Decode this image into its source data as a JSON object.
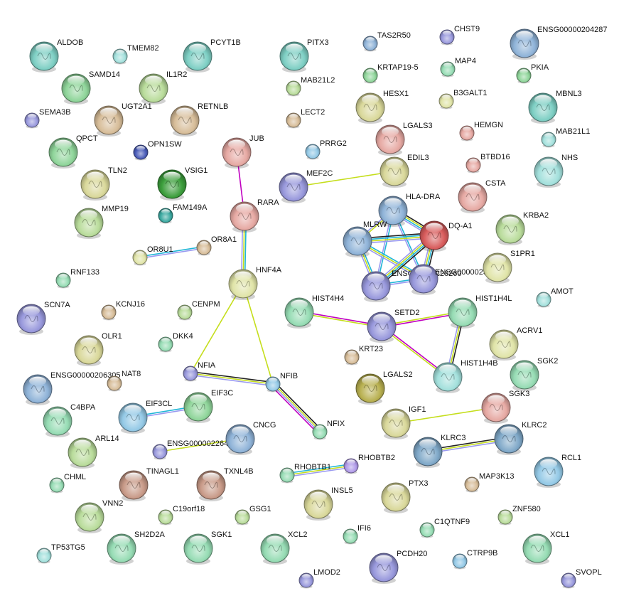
{
  "title": "Protein interaction network",
  "edge_type_colors": {
    "coexpression": "#222222",
    "textmining": "#c5de1c",
    "database": "#20b6d6",
    "experimental": "#c000c0",
    "homology": "#9a9af0"
  },
  "node_colors": {
    "teal": "#7ecfc4",
    "lightteal": "#a3e0dc",
    "green": "#8fd59a",
    "lightgreen": "#b9dc9b",
    "olive": "#d9d89a",
    "tan": "#d7bd99",
    "pink": "#e6a9a3",
    "red": "#d85c5c",
    "blue": "#8fb3d8",
    "lightblue": "#94c9e6",
    "purple": "#9898dc",
    "violet": "#b09ae8",
    "navy": "#4a5cb8",
    "darkgreen": "#3c9e3c",
    "darkteal": "#3aa8a0",
    "khaki": "#b8b050",
    "mint": "#96dcb4",
    "brown": "#c89a88",
    "steel": "#7fa8c8",
    "paleolive": "#e0e4a8"
  },
  "nodes": [
    {
      "id": "ALDOB",
      "label": "ALDOB",
      "color": "teal"
    },
    {
      "id": "TMEM82",
      "label": "TMEM82",
      "color": "lightteal"
    },
    {
      "id": "PCYT1B",
      "label": "PCYT1B",
      "color": "teal"
    },
    {
      "id": "SAMD14",
      "label": "SAMD14",
      "color": "green"
    },
    {
      "id": "IL1R2",
      "label": "IL1R2",
      "color": "lightgreen"
    },
    {
      "id": "SEMA3B",
      "label": "SEMA3B",
      "color": "purple"
    },
    {
      "id": "UGT2A1",
      "label": "UGT2A1",
      "color": "tan"
    },
    {
      "id": "RETNLB",
      "label": "RETNLB",
      "color": "tan"
    },
    {
      "id": "QPCT",
      "label": "QPCT",
      "color": "green"
    },
    {
      "id": "OPN1SW",
      "label": "OPN1SW",
      "color": "navy"
    },
    {
      "id": "TLN2",
      "label": "TLN2",
      "color": "olive"
    },
    {
      "id": "VSIG1",
      "label": "VSIG1",
      "color": "darkgreen"
    },
    {
      "id": "MMP19",
      "label": "MMP19",
      "color": "lightgreen"
    },
    {
      "id": "FAM149A",
      "label": "FAM149A",
      "color": "darkteal"
    },
    {
      "id": "OR8U1",
      "label": "OR8U1",
      "color": "paleolive"
    },
    {
      "id": "OR8A1",
      "label": "OR8A1",
      "color": "tan"
    },
    {
      "id": "RNF133",
      "label": "RNF133",
      "color": "mint"
    },
    {
      "id": "SCN7A",
      "label": "SCN7A",
      "color": "purple"
    },
    {
      "id": "KCNJ16",
      "label": "KCNJ16",
      "color": "tan"
    },
    {
      "id": "CENPM",
      "label": "CENPM",
      "color": "lightgreen"
    },
    {
      "id": "OLR1",
      "label": "OLR1",
      "color": "olive"
    },
    {
      "id": "DKK4",
      "label": "DKK4",
      "color": "mint"
    },
    {
      "id": "ENSG00000206305",
      "label": "ENSG00000206305",
      "color": "blue"
    },
    {
      "id": "NAT8",
      "label": "NAT8",
      "color": "tan"
    },
    {
      "id": "C4BPA",
      "label": "C4BPA",
      "color": "mint"
    },
    {
      "id": "EIF3CL",
      "label": "EIF3CL",
      "color": "lightblue"
    },
    {
      "id": "EIF3C",
      "label": "EIF3C",
      "color": "green"
    },
    {
      "id": "ARL14",
      "label": "ARL14",
      "color": "lightgreen"
    },
    {
      "id": "ENSG00000226418",
      "label": "ENSG00000226418",
      "color": "purple"
    },
    {
      "id": "CNCG",
      "label": "CNCG",
      "color": "blue"
    },
    {
      "id": "CHML",
      "label": "CHML",
      "color": "mint"
    },
    {
      "id": "TINAGL1",
      "label": "TINAGL1",
      "color": "brown"
    },
    {
      "id": "TXNL4B",
      "label": "TXNL4B",
      "color": "brown"
    },
    {
      "id": "VNN2",
      "label": "VNN2",
      "color": "lightgreen"
    },
    {
      "id": "C19orf18",
      "label": "C19orf18",
      "color": "lightgreen"
    },
    {
      "id": "GSG1",
      "label": "GSG1",
      "color": "lightgreen"
    },
    {
      "id": "TP53TG5",
      "label": "TP53TG5",
      "color": "lightteal"
    },
    {
      "id": "SH2D2A",
      "label": "SH2D2A",
      "color": "mint"
    },
    {
      "id": "SGK1",
      "label": "SGK1",
      "color": "mint"
    },
    {
      "id": "XCL2",
      "label": "XCL2",
      "color": "mint"
    },
    {
      "id": "PITX3",
      "label": "PITX3",
      "color": "teal"
    },
    {
      "id": "MAB21L2",
      "label": "MAB21L2",
      "color": "lightgreen"
    },
    {
      "id": "LECT2",
      "label": "LECT2",
      "color": "tan"
    },
    {
      "id": "JUB",
      "label": "JUB",
      "color": "pink"
    },
    {
      "id": "PRRG2",
      "label": "PRRG2",
      "color": "lightblue"
    },
    {
      "id": "RARA",
      "label": "RARA",
      "color": "pink"
    },
    {
      "id": "MEF2C",
      "label": "MEF2C",
      "color": "purple"
    },
    {
      "id": "HNF4A",
      "label": "HNF4A",
      "color": "paleolive"
    },
    {
      "id": "TAS2R50",
      "label": "TAS2R50",
      "color": "blue"
    },
    {
      "id": "KRTAP19-5",
      "label": "KRTAP19-5",
      "color": "green"
    },
    {
      "id": "HESX1",
      "label": "HESX1",
      "color": "olive"
    },
    {
      "id": "LGALS3",
      "label": "LGALS3",
      "color": "pink"
    },
    {
      "id": "EDIL3",
      "label": "EDIL3",
      "color": "olive"
    },
    {
      "id": "CHST9",
      "label": "CHST9",
      "color": "purple"
    },
    {
      "id": "MAP4",
      "label": "MAP4",
      "color": "mint"
    },
    {
      "id": "B3GALT1",
      "label": "B3GALT1",
      "color": "paleolive"
    },
    {
      "id": "HEMGN",
      "label": "HEMGN",
      "color": "pink"
    },
    {
      "id": "BTBD16",
      "label": "BTBD16",
      "color": "pink"
    },
    {
      "id": "CSTA",
      "label": "CSTA",
      "color": "pink"
    },
    {
      "id": "ENSG00000204287",
      "label": "ENSG00000204287",
      "color": "blue"
    },
    {
      "id": "PKIA",
      "label": "PKIA",
      "color": "green"
    },
    {
      "id": "MBNL3",
      "label": "MBNL3",
      "color": "teal"
    },
    {
      "id": "MAB21L1",
      "label": "MAB21L1",
      "color": "lightteal"
    },
    {
      "id": "NHS",
      "label": "NHS",
      "color": "lightteal"
    },
    {
      "id": "HLA-DRA",
      "label": "HLA-DRA",
      "color": "blue"
    },
    {
      "id": "MLRW",
      "label": "MLRW",
      "color": "blue"
    },
    {
      "id": "DQ-A1",
      "label": "DQ-A1",
      "color": "red"
    },
    {
      "id": "ENSG00000226260",
      "label": "ENSG00000226260",
      "color": "purple"
    },
    {
      "id": "ENSG00000234794",
      "label": "ENSG00000234794",
      "color": "purple"
    },
    {
      "id": "KRBA2",
      "label": "KRBA2",
      "color": "lightgreen"
    },
    {
      "id": "S1PR1",
      "label": "S1PR1",
      "color": "paleolive"
    },
    {
      "id": "AMOT",
      "label": "AMOT",
      "color": "lightteal"
    },
    {
      "id": "HIST4H4",
      "label": "HIST4H4",
      "color": "mint"
    },
    {
      "id": "SETD2",
      "label": "SETD2",
      "color": "purple"
    },
    {
      "id": "HIST1H4L",
      "label": "HIST1H4L",
      "color": "mint"
    },
    {
      "id": "KRT23",
      "label": "KRT23",
      "color": "tan"
    },
    {
      "id": "HIST1H4B",
      "label": "HIST1H4B",
      "color": "lightteal"
    },
    {
      "id": "ACRV1",
      "label": "ACRV1",
      "color": "paleolive"
    },
    {
      "id": "SGK2",
      "label": "SGK2",
      "color": "mint"
    },
    {
      "id": "NFIA",
      "label": "NFIA",
      "color": "purple"
    },
    {
      "id": "NFIB",
      "label": "NFIB",
      "color": "lightblue"
    },
    {
      "id": "NFIX",
      "label": "NFIX",
      "color": "mint"
    },
    {
      "id": "LGALS2",
      "label": "LGALS2",
      "color": "khaki"
    },
    {
      "id": "IGF1",
      "label": "IGF1",
      "color": "olive"
    },
    {
      "id": "SGK3",
      "label": "SGK3",
      "color": "pink"
    },
    {
      "id": "KLRC3",
      "label": "KLRC3",
      "color": "steel"
    },
    {
      "id": "KLRC2",
      "label": "KLRC2",
      "color": "steel"
    },
    {
      "id": "RHOBTB1",
      "label": "RHOBTB1",
      "color": "mint"
    },
    {
      "id": "RHOBTB2",
      "label": "RHOBTB2",
      "color": "violet"
    },
    {
      "id": "RCL1",
      "label": "RCL1",
      "color": "lightblue"
    },
    {
      "id": "MAP3K13",
      "label": "MAP3K13",
      "color": "tan"
    },
    {
      "id": "INSL5",
      "label": "INSL5",
      "color": "olive"
    },
    {
      "id": "PTX3",
      "label": "PTX3",
      "color": "olive"
    },
    {
      "id": "ZNF580",
      "label": "ZNF580",
      "color": "lightgreen"
    },
    {
      "id": "IFI6",
      "label": "IFI6",
      "color": "mint"
    },
    {
      "id": "C1QTNF9",
      "label": "C1QTNF9",
      "color": "mint"
    },
    {
      "id": "XCL1",
      "label": "XCL1",
      "color": "mint"
    },
    {
      "id": "PCDH20",
      "label": "PCDH20",
      "color": "purple"
    },
    {
      "id": "CTRP9B",
      "label": "CTRP9B",
      "color": "lightblue"
    },
    {
      "id": "LMOD2",
      "label": "LMOD2",
      "color": "purple"
    },
    {
      "id": "SVOPL",
      "label": "SVOPL",
      "color": "purple"
    }
  ],
  "edges": [
    {
      "source": "JUB",
      "target": "RARA",
      "types": [
        "experimental"
      ]
    },
    {
      "source": "RARA",
      "target": "HNF4A",
      "types": [
        "database",
        "textmining",
        "homology"
      ]
    },
    {
      "source": "OR8U1",
      "target": "OR8A1",
      "types": [
        "database",
        "homology"
      ]
    },
    {
      "source": "HNF4A",
      "target": "NFIA",
      "types": [
        "textmining"
      ]
    },
    {
      "source": "HNF4A",
      "target": "NFIB",
      "types": [
        "textmining"
      ]
    },
    {
      "source": "NFIA",
      "target": "NFIB",
      "types": [
        "coexpression",
        "textmining",
        "homology"
      ]
    },
    {
      "source": "NFIB",
      "target": "NFIX",
      "types": [
        "coexpression",
        "textmining",
        "homology",
        "experimental"
      ]
    },
    {
      "source": "MEF2C",
      "target": "EDIL3",
      "types": [
        "textmining"
      ]
    },
    {
      "source": "EIF3CL",
      "target": "EIF3C",
      "types": [
        "database",
        "homology"
      ]
    },
    {
      "source": "ENSG00000226418",
      "target": "CNCG",
      "types": [
        "textmining"
      ]
    },
    {
      "source": "RHOBTB1",
      "target": "RHOBTB2",
      "types": [
        "database",
        "textmining",
        "homology"
      ]
    },
    {
      "source": "IGF1",
      "target": "SGK3",
      "types": [
        "textmining"
      ]
    },
    {
      "source": "KLRC3",
      "target": "KLRC2",
      "types": [
        "coexpression",
        "textmining",
        "homology"
      ]
    },
    {
      "source": "HIST4H4",
      "target": "SETD2",
      "types": [
        "experimental",
        "textmining"
      ]
    },
    {
      "source": "SETD2",
      "target": "HIST1H4L",
      "types": [
        "textmining",
        "experimental"
      ]
    },
    {
      "source": "SETD2",
      "target": "HIST1H4B",
      "types": [
        "experimental",
        "textmining"
      ]
    },
    {
      "source": "HIST1H4L",
      "target": "HIST1H4B",
      "types": [
        "coexpression",
        "textmining",
        "homology"
      ]
    },
    {
      "source": "HLA-DRA",
      "target": "DQ-A1",
      "types": [
        "coexpression",
        "textmining",
        "database",
        "homology"
      ]
    },
    {
      "source": "HLA-DRA",
      "target": "MLRW",
      "types": [
        "textmining",
        "homology"
      ]
    },
    {
      "source": "HLA-DRA",
      "target": "ENSG00000226260",
      "types": [
        "database",
        "homology"
      ]
    },
    {
      "source": "HLA-DRA",
      "target": "ENSG00000234794",
      "types": [
        "database",
        "homology"
      ]
    },
    {
      "source": "MLRW",
      "target": "DQ-A1",
      "types": [
        "coexpression",
        "database",
        "textmining",
        "homology"
      ]
    },
    {
      "source": "MLRW",
      "target": "ENSG00000226260",
      "types": [
        "database",
        "textmining",
        "homology"
      ]
    },
    {
      "source": "MLRW",
      "target": "ENSG00000234794",
      "types": [
        "database",
        "textmining",
        "homology"
      ]
    },
    {
      "source": "DQ-A1",
      "target": "ENSG00000226260",
      "types": [
        "coexpression",
        "database",
        "textmining",
        "homology"
      ]
    },
    {
      "source": "DQ-A1",
      "target": "ENSG00000234794",
      "types": [
        "coexpression",
        "database",
        "textmining",
        "homology"
      ]
    },
    {
      "source": "ENSG00000226260",
      "target": "ENSG00000234794",
      "types": [
        "database",
        "homology"
      ]
    }
  ]
}
